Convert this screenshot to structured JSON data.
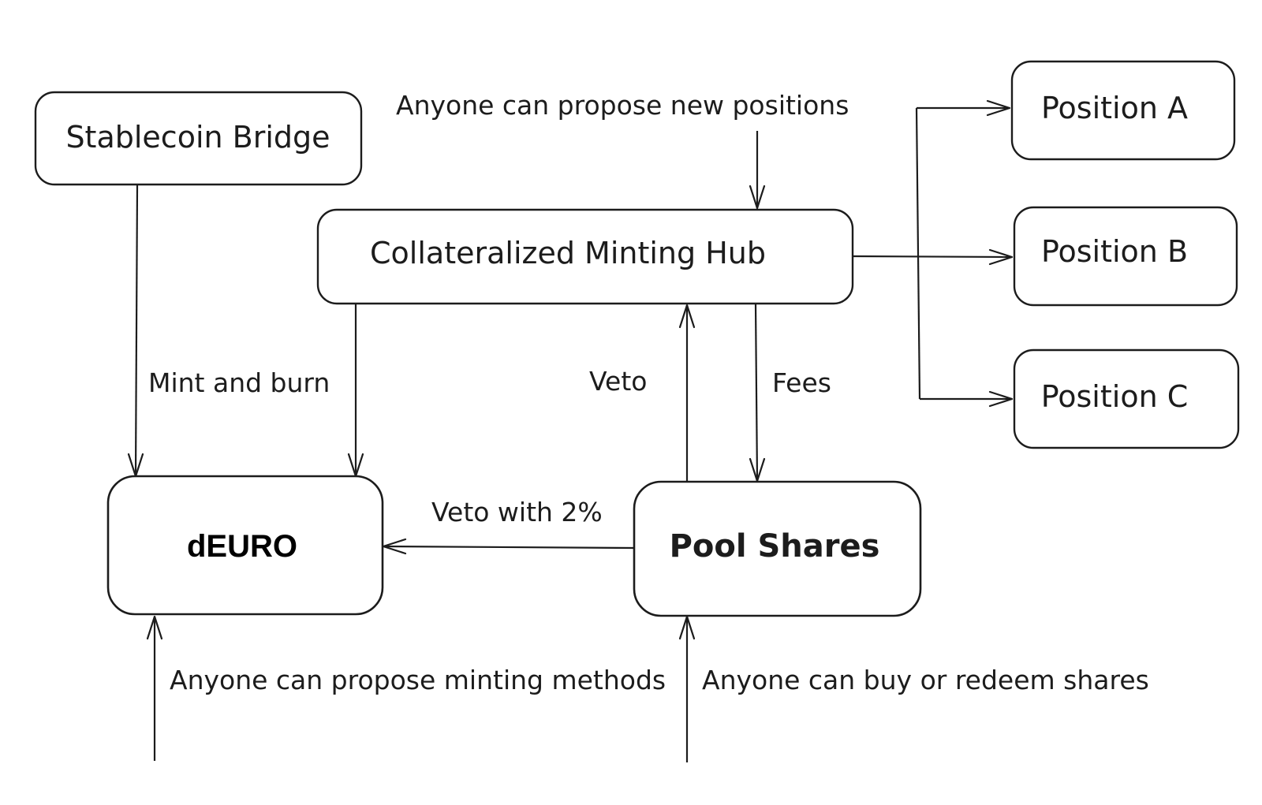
{
  "nodes": {
    "stablecoin_bridge": "Stablecoin Bridge",
    "minting_hub": "Collateralized Minting Hub",
    "position_a": "Position A",
    "position_b": "Position B",
    "position_c": "Position C",
    "deuro": "dEURO",
    "pool_shares": "Pool Shares"
  },
  "labels": {
    "propose_positions": "Anyone can propose new positions",
    "mint_and_burn": "Mint and burn",
    "veto": "Veto",
    "fees": "Fees",
    "veto_with_2pct": "Veto with 2%",
    "propose_minting": "Anyone can propose minting methods",
    "buy_or_redeem": "Anyone can buy or redeem shares"
  }
}
